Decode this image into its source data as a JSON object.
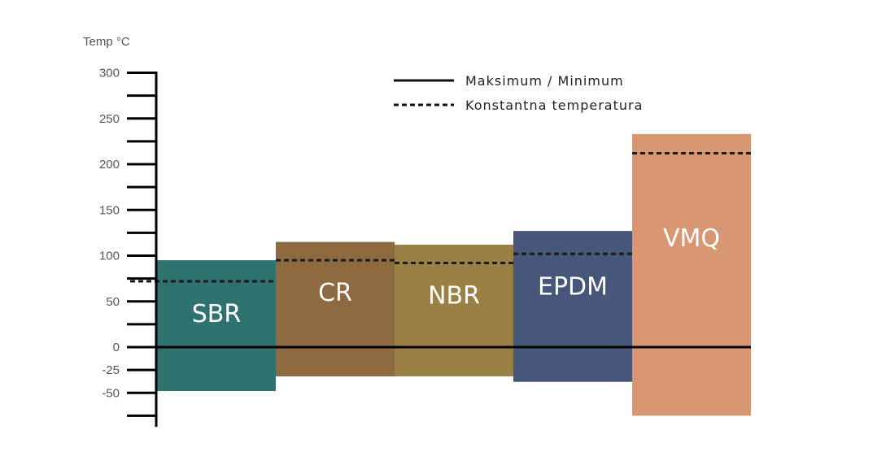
{
  "chart_data": {
    "type": "bar",
    "yaxis_title": "Temp °C",
    "y_ticks": [
      {
        "label": "300",
        "value": 300
      },
      {
        "label": "250",
        "value": 250
      },
      {
        "label": "200",
        "value": 200
      },
      {
        "label": "150",
        "value": 150
      },
      {
        "label": "100",
        "value": 100
      },
      {
        "label": "50",
        "value": 50
      },
      {
        "label": "0",
        "value": 0
      },
      {
        "label": "-25",
        "value": -25
      },
      {
        "label": "-50",
        "value": -50
      }
    ],
    "ylim": [
      -80,
      300
    ],
    "legend": {
      "position": "top-center",
      "items": [
        {
          "label": "Maksimum / Minimum",
          "style": "solid"
        },
        {
          "label": "Konstantna temperatura",
          "style": "dashed"
        }
      ]
    },
    "series": [
      {
        "label": "SBR",
        "max": 95,
        "min": -48,
        "constant": 72,
        "color": "#2f7370"
      },
      {
        "label": "CR",
        "max": 115,
        "min": -32,
        "constant": 95,
        "color": "#8e6a41"
      },
      {
        "label": "NBR",
        "max": 112,
        "min": -32,
        "constant": 92,
        "color": "#9b8046"
      },
      {
        "label": "EPDM",
        "max": 127,
        "min": -38,
        "constant": 102,
        "color": "#465779"
      },
      {
        "label": "VMQ",
        "max": 233,
        "min": -75,
        "constant": 212,
        "color": "#d89673"
      }
    ]
  }
}
